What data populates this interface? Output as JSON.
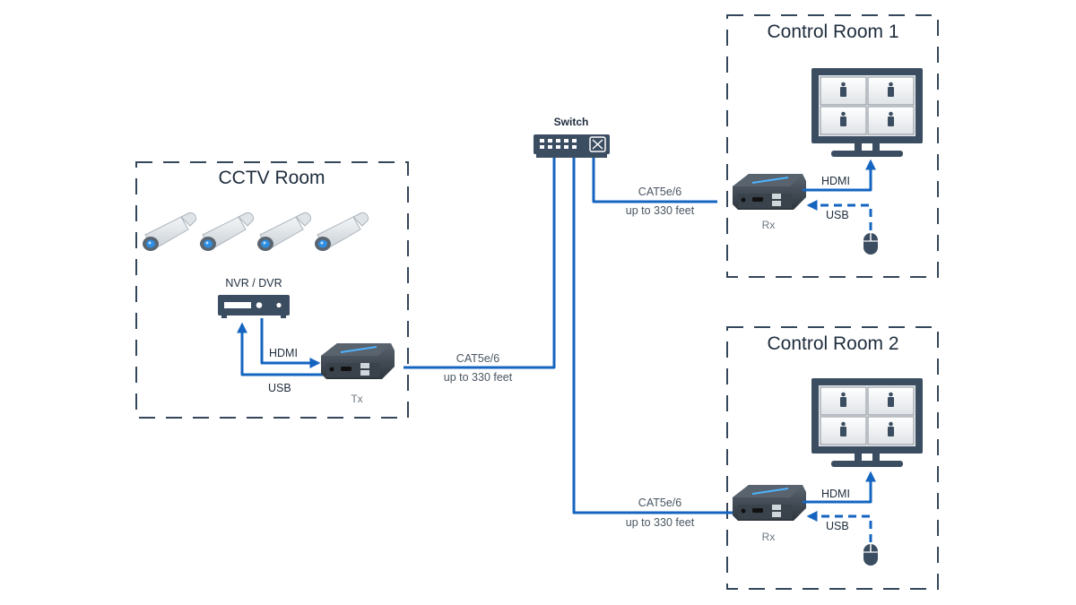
{
  "rooms": {
    "cctv": {
      "title": "CCTV Room"
    },
    "control1": {
      "title": "Control Room 1"
    },
    "control2": {
      "title": "Control Room 2"
    }
  },
  "devices": {
    "nvr": {
      "label": "NVR / DVR"
    },
    "tx": {
      "label": "Tx"
    },
    "rx1": {
      "label": "Rx"
    },
    "rx2": {
      "label": "Rx"
    },
    "switch": {
      "label": "Switch"
    },
    "cameras": {
      "count": 4
    }
  },
  "connections": {
    "nvr_to_tx": "HDMI",
    "tx_to_nvr": "USB",
    "tx_to_switch": {
      "cable": "CAT5e/6",
      "distance": "up to 330 feet"
    },
    "switch_to_rx1": {
      "cable": "CAT5e/6",
      "distance": "up to 330 feet"
    },
    "switch_to_rx2": {
      "cable": "CAT5e/6",
      "distance": "up to 330 feet"
    },
    "rx1_to_monitor": "HDMI",
    "mouse1_to_rx1": "USB",
    "rx2_to_monitor": "HDMI",
    "mouse2_to_rx2": "USB"
  },
  "colors": {
    "cable": "#1565c0",
    "device": "#3b4d61",
    "border": "#34465a"
  }
}
